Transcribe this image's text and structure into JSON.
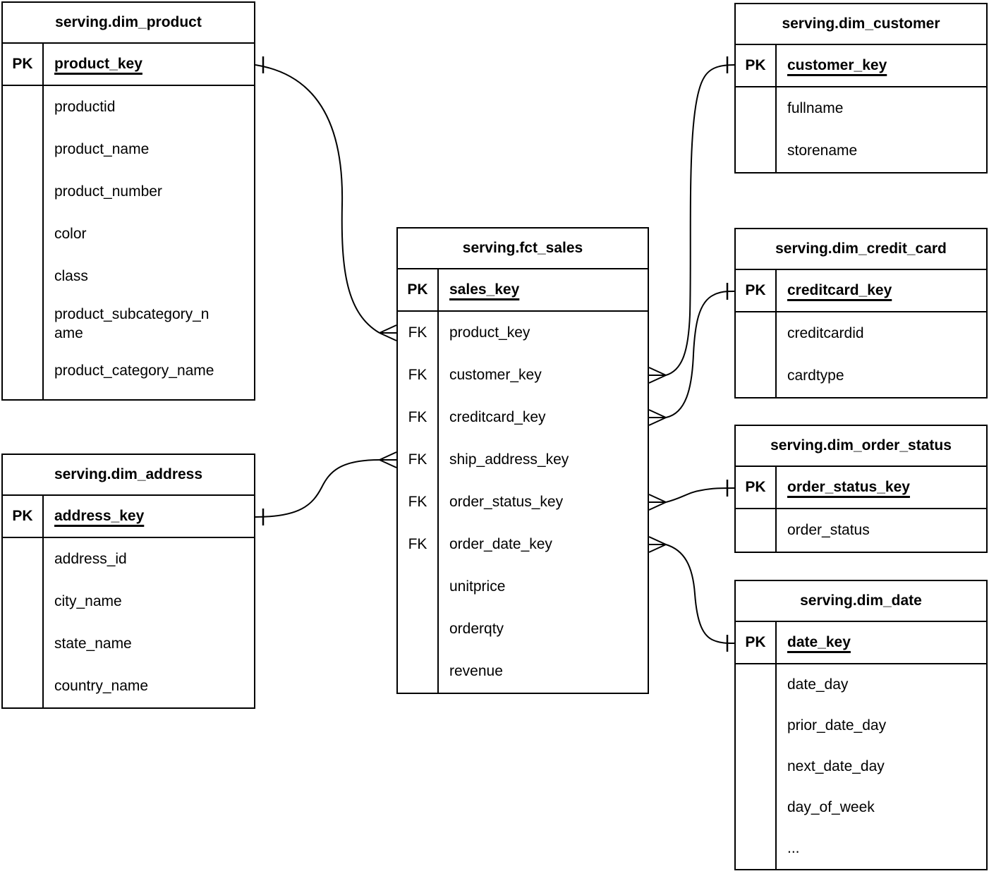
{
  "diagram": {
    "tables": [
      {
        "title": "serving.dim_product",
        "pk": {
          "label": "PK",
          "field": "product_key"
        },
        "rows": [
          {
            "key": "",
            "field": "productid"
          },
          {
            "key": "",
            "field": "product_name"
          },
          {
            "key": "",
            "field": "product_number"
          },
          {
            "key": "",
            "field": "color"
          },
          {
            "key": "",
            "field": "class"
          },
          {
            "key": "",
            "field": "product_subcategory_name"
          },
          {
            "key": "",
            "field": "product_category_name"
          }
        ]
      },
      {
        "title": "serving.dim_customer",
        "pk": {
          "label": "PK",
          "field": "customer_key"
        },
        "rows": [
          {
            "key": "",
            "field": "fullname"
          },
          {
            "key": "",
            "field": "storename"
          }
        ]
      },
      {
        "title": "serving.fct_sales",
        "pk": {
          "label": "PK",
          "field": "sales_key"
        },
        "rows": [
          {
            "key": "FK",
            "field": "product_key"
          },
          {
            "key": "FK",
            "field": "customer_key"
          },
          {
            "key": "FK",
            "field": "creditcard_key"
          },
          {
            "key": "FK",
            "field": "ship_address_key"
          },
          {
            "key": "FK",
            "field": "order_status_key"
          },
          {
            "key": "FK",
            "field": "order_date_key"
          },
          {
            "key": "",
            "field": "unitprice"
          },
          {
            "key": "",
            "field": "orderqty"
          },
          {
            "key": "",
            "field": "revenue"
          }
        ]
      },
      {
        "title": "serving.dim_credit_card",
        "pk": {
          "label": "PK",
          "field": "creditcard_key"
        },
        "rows": [
          {
            "key": "",
            "field": "creditcardid"
          },
          {
            "key": "",
            "field": "cardtype"
          }
        ]
      },
      {
        "title": "serving.dim_order_status",
        "pk": {
          "label": "PK",
          "field": "order_status_key"
        },
        "rows": [
          {
            "key": "",
            "field": "order_status"
          }
        ]
      },
      {
        "title": "serving.dim_date",
        "pk": {
          "label": "PK",
          "field": "date_key"
        },
        "rows": [
          {
            "key": "",
            "field": "date_day"
          },
          {
            "key": "",
            "field": "prior_date_day"
          },
          {
            "key": "",
            "field": "next_date_day"
          },
          {
            "key": "",
            "field": "day_of_week"
          },
          {
            "key": "",
            "field": "..."
          }
        ]
      },
      {
        "title": "serving.dim_address",
        "pk": {
          "label": "PK",
          "field": "address_key"
        },
        "rows": [
          {
            "key": "",
            "field": "address_id"
          },
          {
            "key": "",
            "field": "city_name"
          },
          {
            "key": "",
            "field": "state_name"
          },
          {
            "key": "",
            "field": "country_name"
          }
        ]
      }
    ],
    "relationships": [
      {
        "from_table": "serving.fct_sales",
        "from_field": "product_key",
        "to_table": "serving.dim_product",
        "to_field": "product_key",
        "from_cardinality": "many",
        "to_cardinality": "one"
      },
      {
        "from_table": "serving.fct_sales",
        "from_field": "customer_key",
        "to_table": "serving.dim_customer",
        "to_field": "customer_key",
        "from_cardinality": "many",
        "to_cardinality": "one"
      },
      {
        "from_table": "serving.fct_sales",
        "from_field": "creditcard_key",
        "to_table": "serving.dim_credit_card",
        "to_field": "creditcard_key",
        "from_cardinality": "many",
        "to_cardinality": "one"
      },
      {
        "from_table": "serving.fct_sales",
        "from_field": "ship_address_key",
        "to_table": "serving.dim_address",
        "to_field": "address_key",
        "from_cardinality": "many",
        "to_cardinality": "one"
      },
      {
        "from_table": "serving.fct_sales",
        "from_field": "order_status_key",
        "to_table": "serving.dim_order_status",
        "to_field": "order_status_key",
        "from_cardinality": "many",
        "to_cardinality": "one"
      },
      {
        "from_table": "serving.fct_sales",
        "from_field": "order_date_key",
        "to_table": "serving.dim_date",
        "to_field": "date_key",
        "from_cardinality": "many",
        "to_cardinality": "one"
      }
    ],
    "colors": {
      "stroke": "#000000",
      "background": "#ffffff"
    }
  }
}
